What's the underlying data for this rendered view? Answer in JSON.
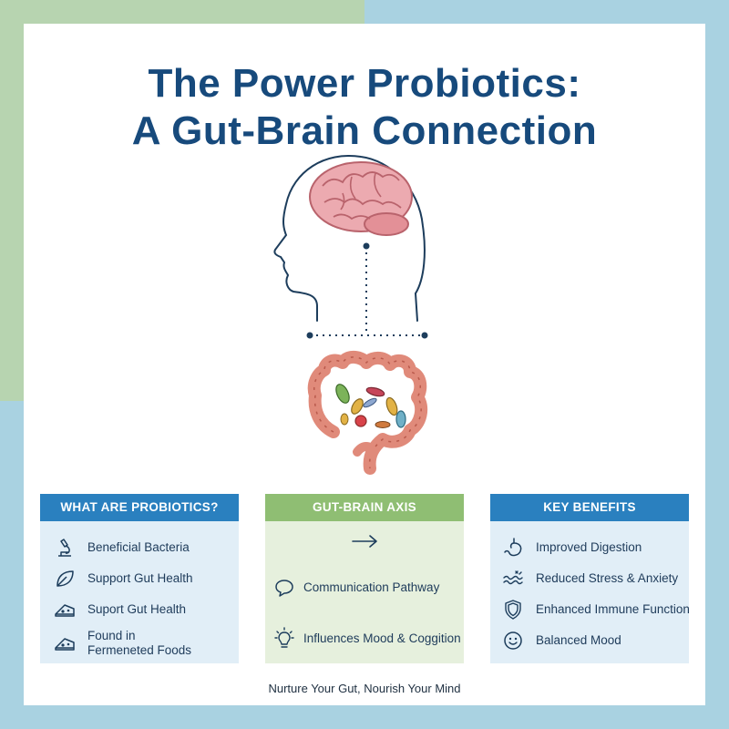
{
  "title": {
    "line1": "The Power Probiotics:",
    "line2": "A Gut-Brain Connection"
  },
  "illustration": {
    "head_icon": "head-with-brain-icon",
    "gut_icon": "intestines-with-bacteria-icon"
  },
  "colors": {
    "title": "#174a7c",
    "panel_blue": "#2a80bf",
    "panel_green": "#8fbe73",
    "brain": "#e9a3a7",
    "intestine": "#e08a7a"
  },
  "panels": {
    "probiotics": {
      "header": "WHAT ARE PROBIOTICS?",
      "items": [
        {
          "label": "Beneficial Bacteria",
          "icon": "microscope-icon"
        },
        {
          "label": "Support Gut Health",
          "icon": "leaf-icon"
        },
        {
          "label": "Suport Gut Health",
          "icon": "cheese-icon"
        },
        {
          "label_line1": "Found in",
          "label_line2": "Fermeneted Foods",
          "icon": "cheese-icon"
        }
      ]
    },
    "axis": {
      "header": "GUT-BRAIN AXIS",
      "arrow_icon": "arrow-right-icon",
      "items": [
        {
          "label": "Communication Pathway",
          "icon": "speech-bubble-icon"
        },
        {
          "label": "Influences Mood & Coggition",
          "icon": "lightbulb-icon"
        }
      ]
    },
    "benefits": {
      "header": "KEY BENEFITS",
      "items": [
        {
          "label": "Improved Digestion",
          "icon": "stomach-icon"
        },
        {
          "label": "Reduced Stress & Anxiety",
          "icon": "waves-icon"
        },
        {
          "label": "Enhanced Immune Function",
          "icon": "shield-icon"
        },
        {
          "label": "Balanced Mood",
          "icon": "smiley-icon"
        }
      ]
    }
  },
  "footer": "Nurture Your Gut, Nourish Your Mind"
}
